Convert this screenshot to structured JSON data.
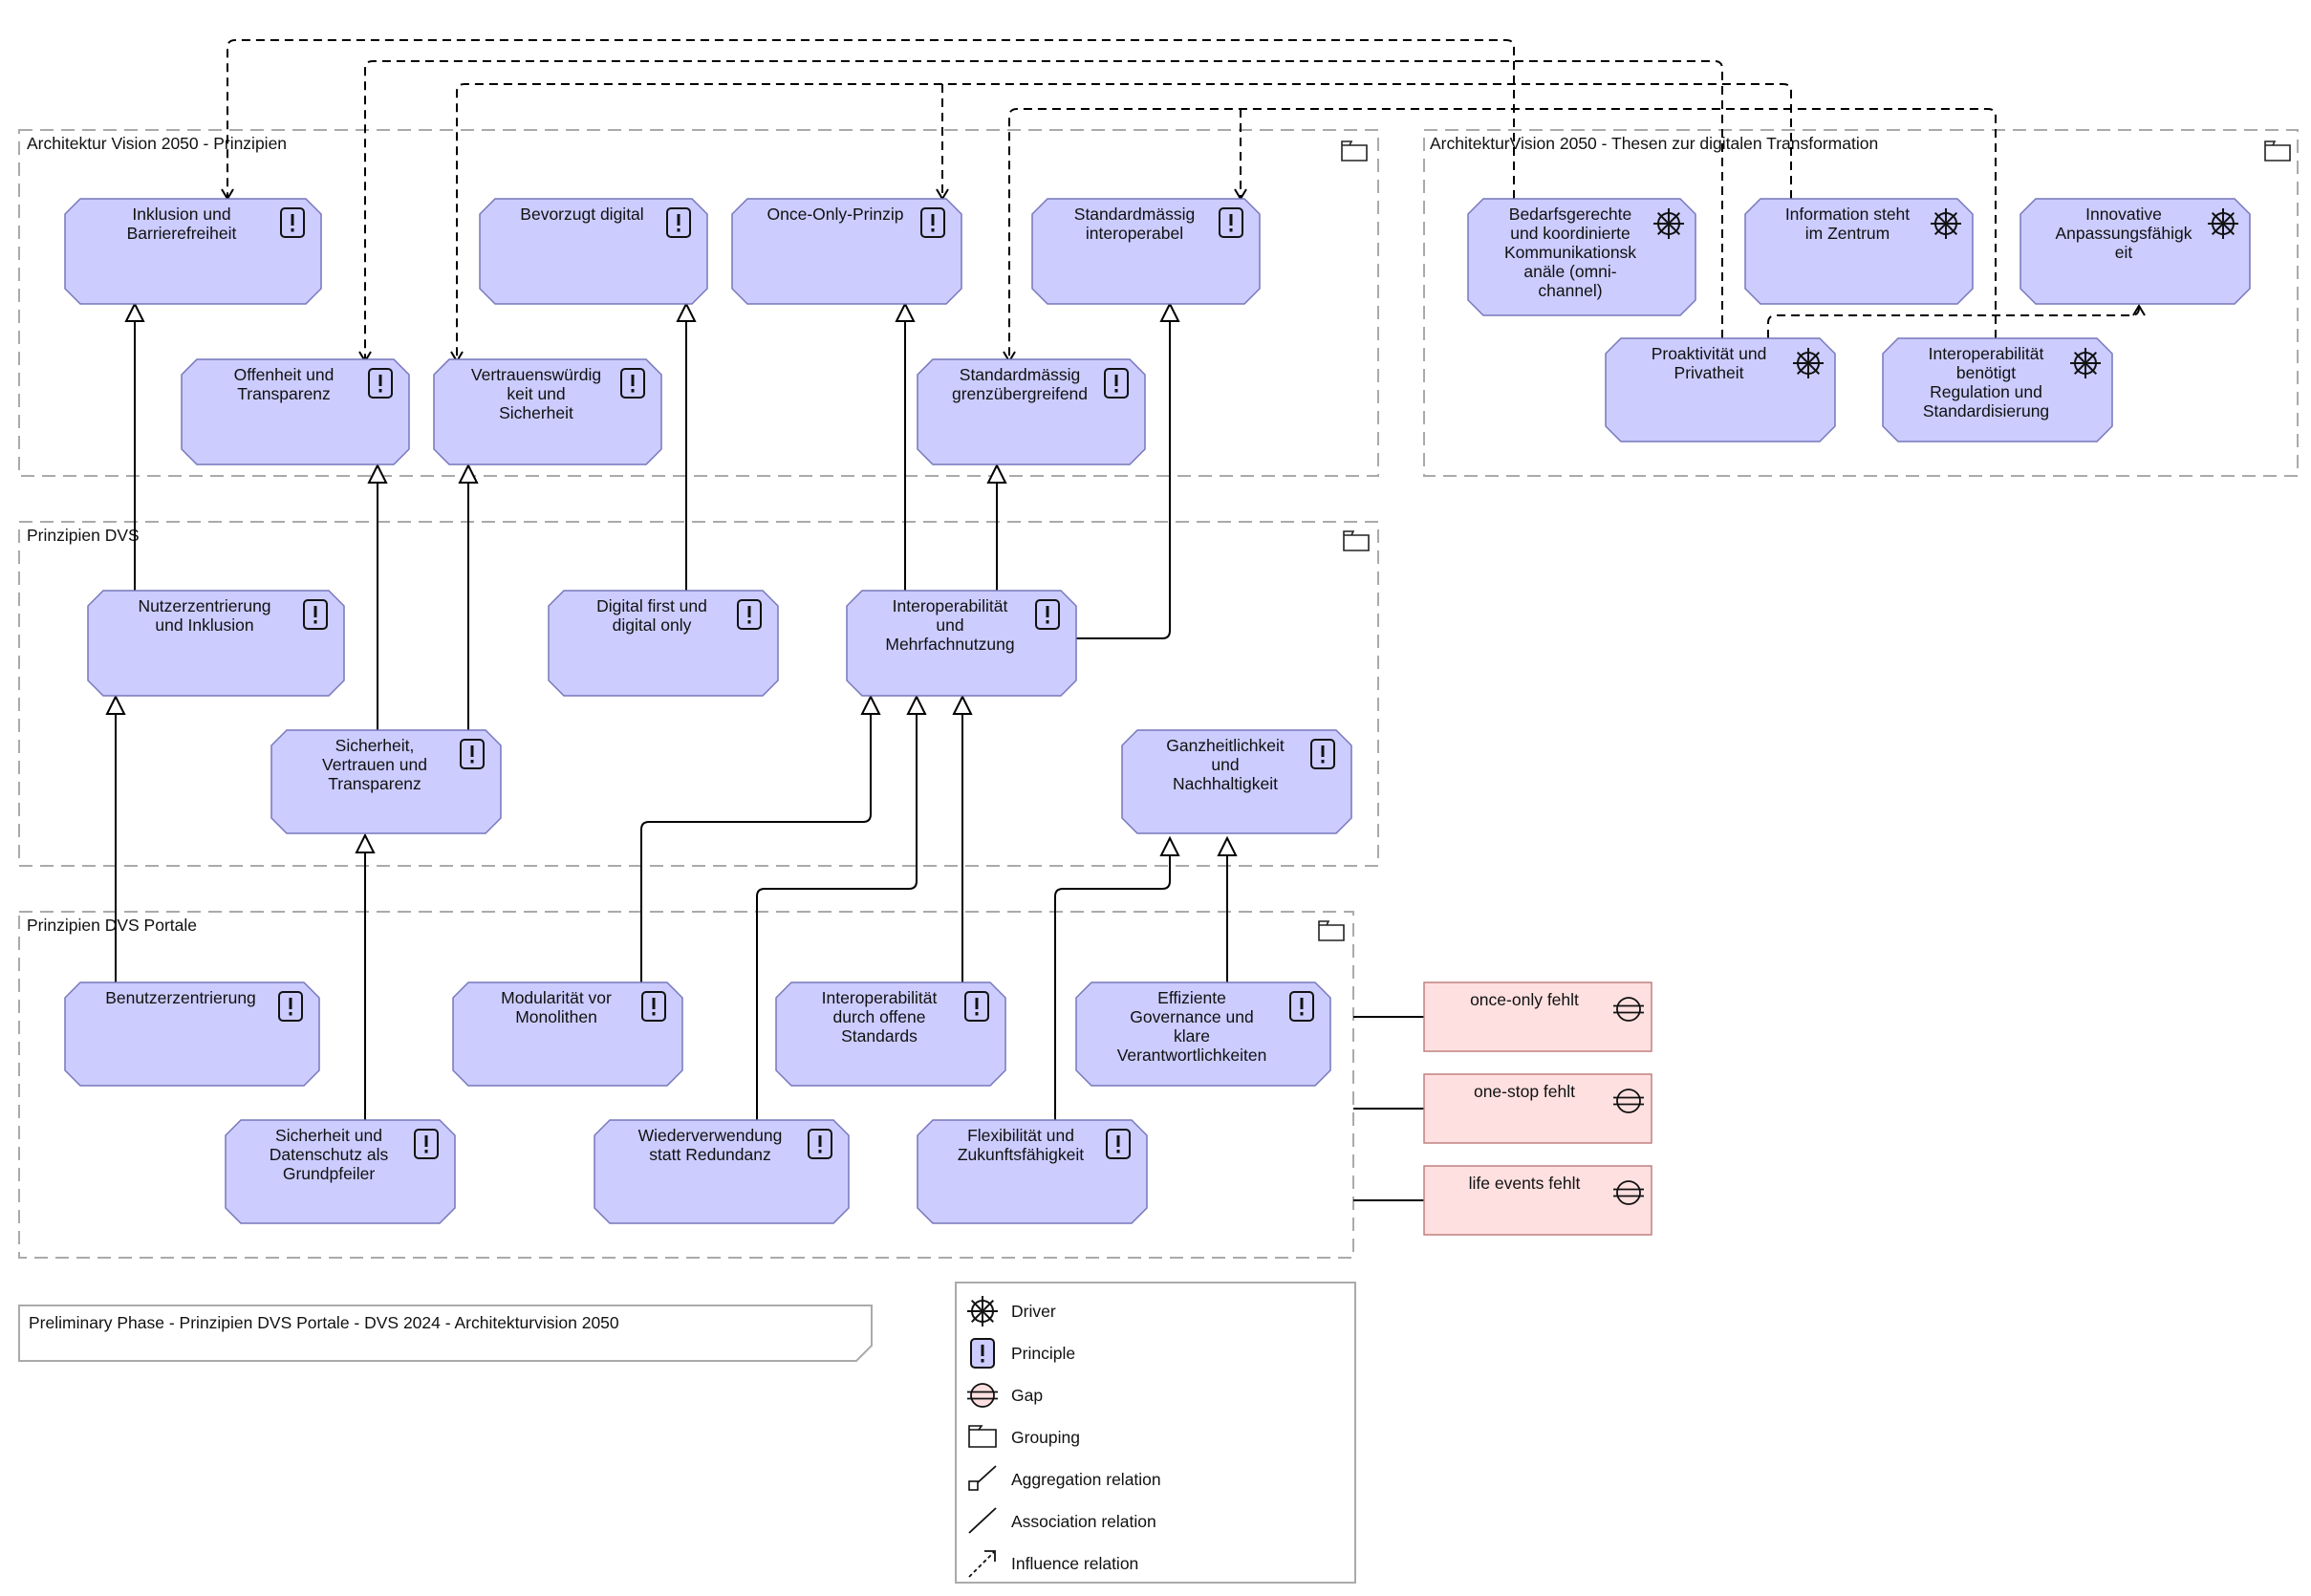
{
  "colors": {
    "principle_fill": "#CCCCFF",
    "principle_stroke": "#7777BB",
    "gap_fill": "#FFE0E0",
    "gap_stroke": "#C08080",
    "group_border": "#AAAAAA",
    "line": "#000000"
  },
  "groups": {
    "vision_principles": "Architektur Vision 2050 - Prinzipien",
    "vision_theses": "ArchitekturVision 2050 - Thesen zur digitalen Transformation",
    "dvs_principles": "Prinzipien DVS",
    "dvs_portal_principles": "Prinzipien DVS Portale"
  },
  "nodes": {
    "inklusion": [
      "Inklusion und",
      "Barrierefreiheit"
    ],
    "bevorzugt_digital": [
      "Bevorzugt digital"
    ],
    "once_only": [
      "Once-Only-Prinzip"
    ],
    "standard_interop": [
      "Standardmässig",
      "interoperabel"
    ],
    "offenheit": [
      "Offenheit und",
      "Transparenz"
    ],
    "vertrauen": [
      "Vertrauenswürdig",
      "keit und",
      "Sicherheit"
    ],
    "standard_grenz": [
      "Standardmässig",
      "grenzübergreifend"
    ],
    "bedarfsgerecht": [
      "Bedarfsgerechte",
      "und koordinierte",
      "Kommunikationsk",
      "anäle (omni-",
      "channel)"
    ],
    "information_zentrum": [
      "Information steht",
      "im Zentrum"
    ],
    "innovative": [
      "Innovative",
      "Anpassungsfähigk",
      "eit"
    ],
    "proaktivitaet": [
      "Proaktivität und",
      "Privatheit"
    ],
    "interop_regulation": [
      "Interoperabilität",
      "benötigt",
      "Regulation und",
      "Standardisierung"
    ],
    "nutzerzentrierung": [
      "Nutzerzentrierung",
      "und Inklusion"
    ],
    "digital_first": [
      "Digital first und",
      "digital only"
    ],
    "interop_mehrfach": [
      "Interoperabilität",
      "und",
      "Mehrfachnutzung"
    ],
    "sicherheit_vertrauen": [
      "Sicherheit,",
      "Vertrauen und",
      "Transparenz"
    ],
    "ganzheitlichkeit": [
      "Ganzheitlichkeit",
      "und",
      "Nachhaltigkeit"
    ],
    "benutzerzentrierung": [
      "Benutzerzentrierung"
    ],
    "modularitaet": [
      "Modularität vor",
      "Monolithen"
    ],
    "interop_standards": [
      "Interoperabilität",
      "durch offene",
      "Standards"
    ],
    "effiziente_governance": [
      "Effiziente",
      "Governance und",
      "klare",
      "Verantwortlichkeiten"
    ],
    "sicherheit_datenschutz": [
      "Sicherheit und",
      "Datenschutz als",
      "Grundpfeiler"
    ],
    "wiederverwendung": [
      "Wiederverwendung",
      "statt Redundanz"
    ],
    "flexibilitaet": [
      "Flexibilität und",
      "Zukunftsfähigkeit"
    ]
  },
  "gaps": {
    "once_only_fehlt": "once-only fehlt",
    "one_stop_fehlt": "one-stop fehlt",
    "life_events_fehlt": "life events fehlt"
  },
  "note": "Preliminary Phase - Prinzipien DVS Portale - DVS 2024 - Architekturvision 2050",
  "legend": {
    "items": [
      {
        "icon": "driver-icon",
        "label": "Driver"
      },
      {
        "icon": "principle-icon",
        "label": "Principle"
      },
      {
        "icon": "gap-icon",
        "label": "Gap"
      },
      {
        "icon": "grouping-icon",
        "label": "Grouping"
      },
      {
        "icon": "aggregation-relation-icon",
        "label": "Aggregation relation"
      },
      {
        "icon": "association-relation-icon",
        "label": "Association relation"
      },
      {
        "icon": "influence-relation-icon",
        "label": "Influence relation"
      }
    ]
  }
}
